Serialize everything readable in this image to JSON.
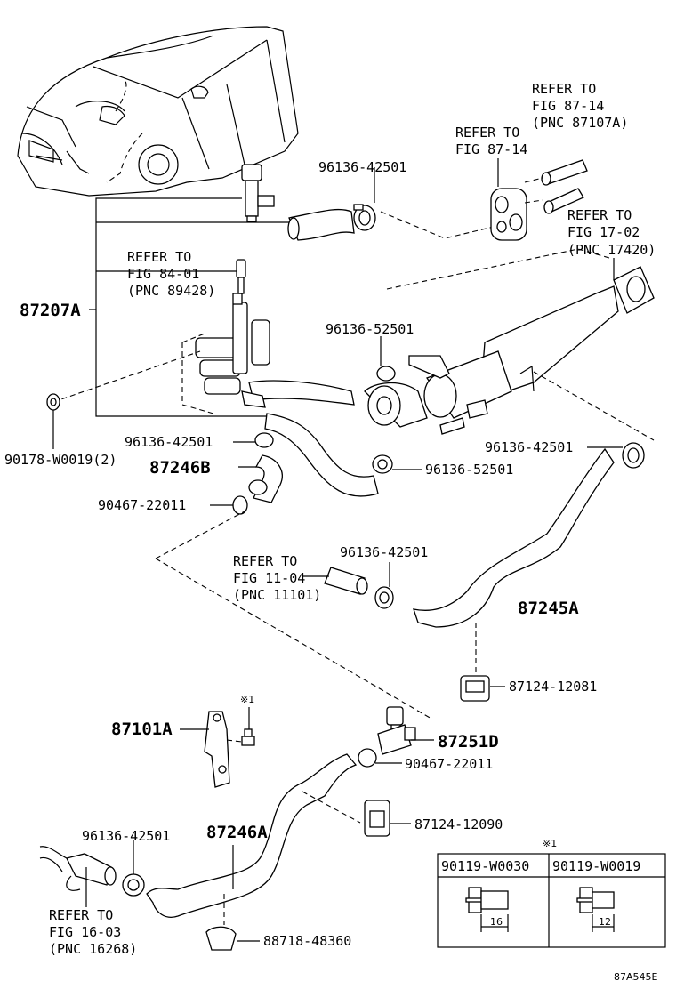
{
  "labels": {
    "p96136_42501_top": "96136-42501",
    "refer_87_14_a_1": "REFER TO",
    "refer_87_14_a_2": "FIG 87-14",
    "refer_87_14_a_3": "(PNC 87107A)",
    "refer_87_14_b_1": "REFER TO",
    "refer_87_14_b_2": "FIG 87-14",
    "refer_17_02_1": "REFER TO",
    "refer_17_02_2": "FIG 17-02",
    "refer_17_02_3": "(PNC 17420)",
    "refer_84_01_1": "REFER TO",
    "refer_84_01_2": "FIG 84-01",
    "refer_84_01_3": "(PNC 89428)",
    "p87207A": "87207A",
    "p96136_52501_a": "96136-52501",
    "p90178": "90178-W0019(2)",
    "p96136_42501_mid": "96136-42501",
    "p87246B": "87246B",
    "p90467_22011_a": "90467-22011",
    "p96136_52501_b": "96136-52501",
    "p96136_42501_right": "96136-42501",
    "refer_11_04_1": "REFER TO",
    "refer_11_04_2": "FIG 11-04",
    "refer_11_04_3": "(PNC 11101)",
    "p96136_42501_c": "96136-42501",
    "p87245A": "87245A",
    "p87124_12081": "87124-12081",
    "mark_note": "※1",
    "p87101A": "87101A",
    "p87251D": "87251D",
    "p90467_22011_b": "90467-22011",
    "p87124_12090": "87124-12090",
    "p96136_42501_low": "96136-42501",
    "p87246A": "87246A",
    "refer_16_03_1": "REFER TO",
    "refer_16_03_2": "FIG 16-03",
    "refer_16_03_3": "(PNC 16268)",
    "p88718_48360": "88718-48360",
    "footer_code": "87A545E"
  },
  "table": {
    "note": "※1",
    "col1": "90119-W0030",
    "col2": "90119-W0019",
    "dim1": "16",
    "dim2": "12"
  }
}
